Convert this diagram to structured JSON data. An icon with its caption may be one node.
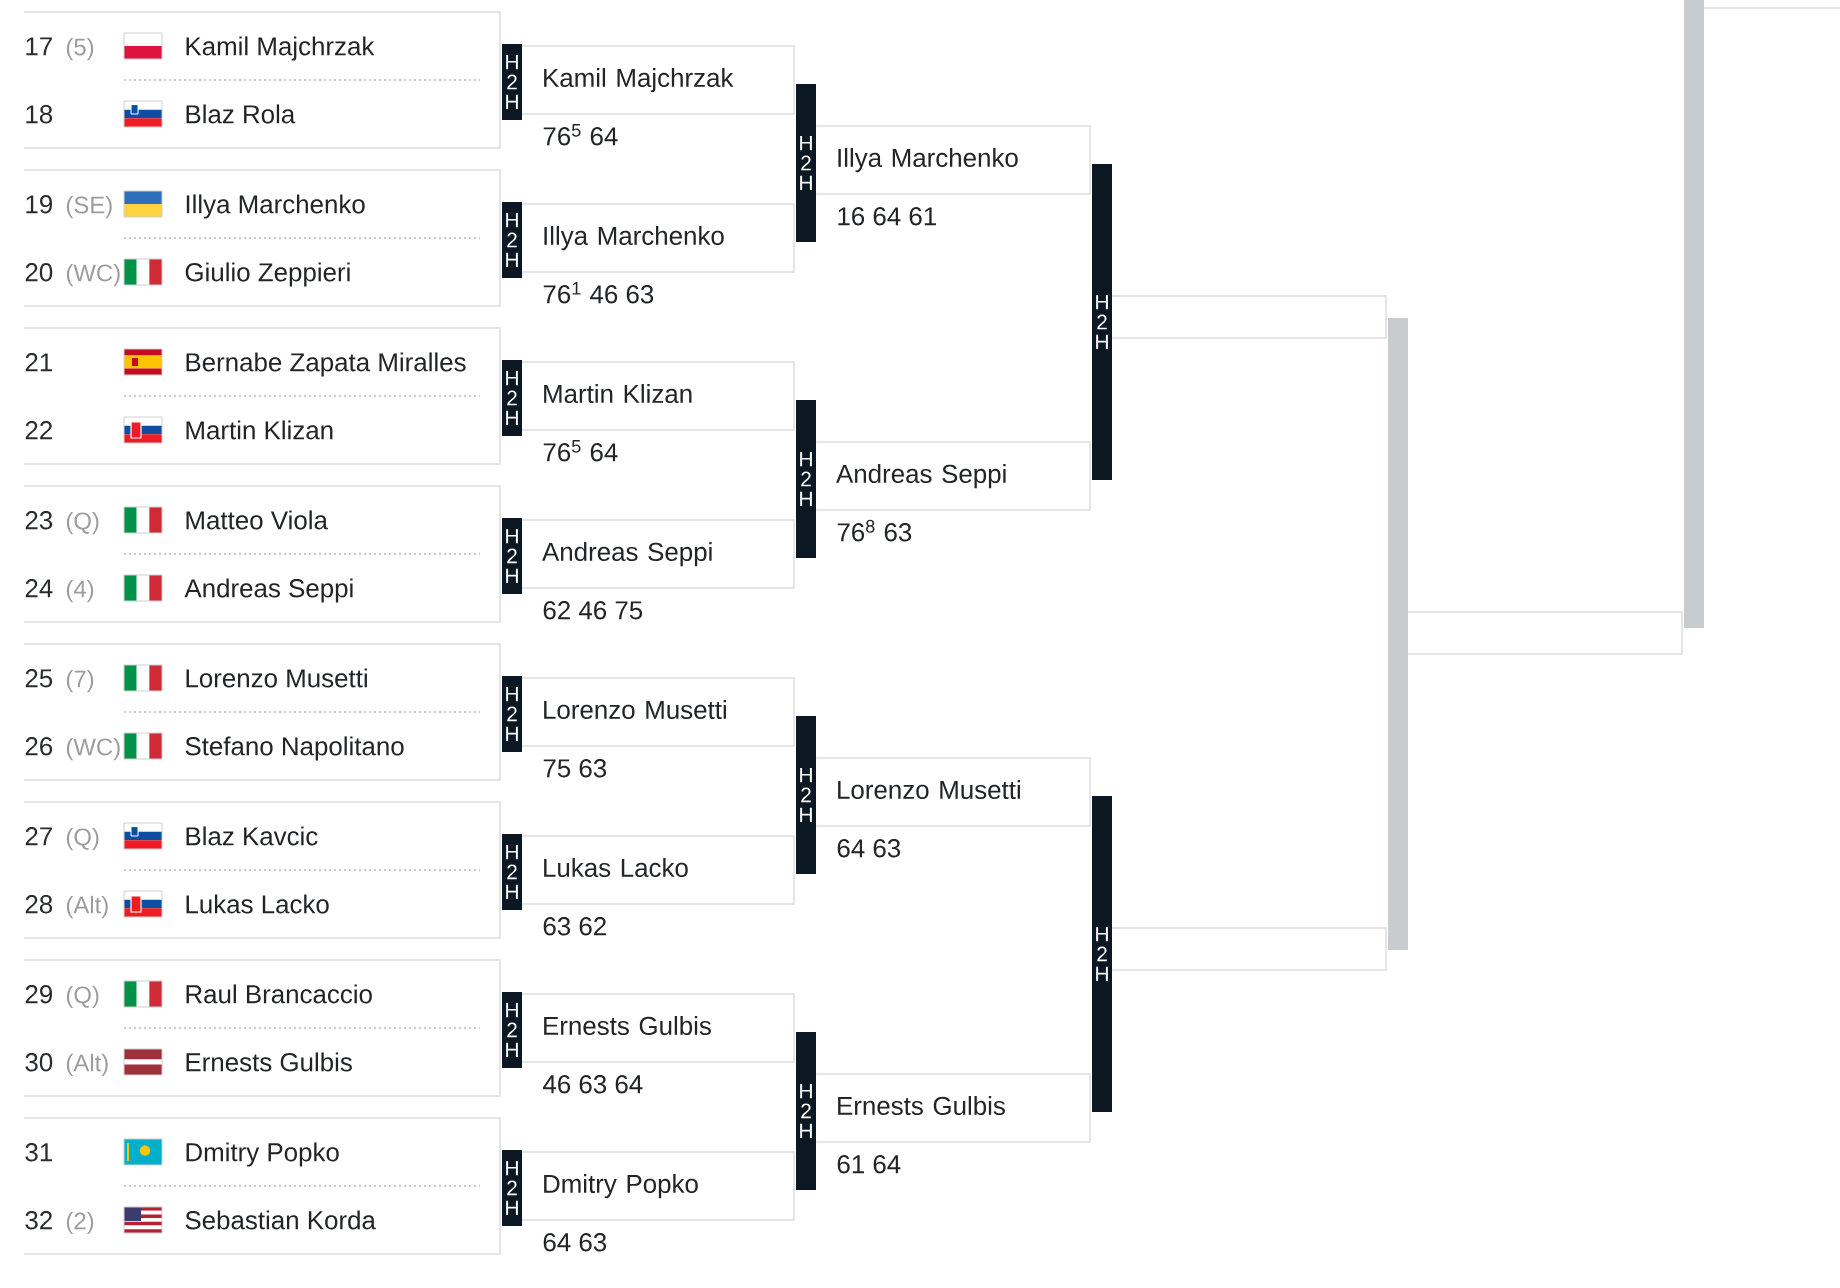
{
  "diagram": {
    "nodes": [
      {
        "text": [
          "17",
          "(5)",
          "Kamil Majchrzak",
          "18",
          "Blaz Rola"
        ]
      },
      {
        "text": [
          "19",
          "(SE)",
          "Illya Marchenko",
          "20",
          "(WC)",
          "Giulio Zeppieri"
        ]
      },
      {
        "text": [
          "21",
          "Bernabe Zapata Miralles",
          "22",
          "Martin Klizan"
        ]
      },
      {
        "text": [
          "23",
          "(Q)",
          "Matteo Viola",
          "24",
          "(4)",
          "Andreas Seppi"
        ]
      },
      {
        "text": [
          "25",
          "(7)",
          "Lorenzo Musetti",
          "26",
          "(WC)",
          "Stefano Napolitano"
        ]
      },
      {
        "text": [
          "27",
          "(Q)",
          "Blaz Kavcic",
          "28",
          "(Alt)",
          "Lukas Lacko"
        ]
      },
      {
        "text": [
          "29",
          "(Q)",
          "Raul Brancaccio",
          "30",
          "(Alt)",
          "Ernests Gulbis"
        ]
      },
      {
        "text": [
          "31",
          "Dmitry Popko",
          "32",
          "(2)",
          "Sebastian Korda"
        ]
      },
      {
        "text": [
          "H 2 H"
        ]
      },
      {
        "text": [
          "H 2 H"
        ]
      },
      {
        "text": [
          "H 2 H"
        ]
      },
      {
        "text": [
          "H 2 H"
        ]
      },
      {
        "text": [
          "H 2 H"
        ]
      },
      {
        "text": [
          "H 2 H"
        ]
      },
      {
        "text": [
          "H 2 H"
        ]
      },
      {
        "text": [
          "H 2 H"
        ]
      },
      {
        "text": [
          "Kamil Majchrzak"
        ],
        "beside": [
          "76$^{5}$ 64"
        ]
      },
      {
        "text": [
          "Illya Marchenko"
        ],
        "beside": [
          "76$^{1}$ 46 63"
        ]
      },
      {
        "text": [
          "Martin Klizan"
        ],
        "beside": [
          "76$^{5}$ 64"
        ]
      },
      {
        "text": [
          "Andreas Seppi"
        ],
        "beside": [
          "62 46 75"
        ]
      },
      {
        "text": [
          "Lorenzo Musetti"
        ],
        "beside": [
          "75 63"
        ]
      },
      {
        "text": [
          "Lukas Lacko"
        ],
        "beside": [
          "63 62"
        ]
      },
      {
        "text": [
          "Ernests Gulbis"
        ],
        "beside": [
          "46 63 64"
        ]
      },
      {
        "text": [
          "Dmitry Popko"
        ],
        "beside": [
          "64 63"
        ]
      },
      {
        "text": [
          "H 2 H"
        ]
      },
      {
        "text": [
          "H 2 H"
        ]
      },
      {
        "text": [
          "H 2 H"
        ]
      },
      {
        "text": [
          "H 2 H"
        ]
      },
      {
        "text": [
          "Illya Marchenko"
        ],
        "beside": [
          "16 64 61"
        ]
      },
      {
        "text": [
          "Andreas Seppi"
        ],
        "beside": [
          "76$^{8}$ 63"
        ]
      },
      {
        "text": [
          "Lorenzo Musetti"
        ],
        "beside": [
          "64 63"
        ]
      },
      {
        "text": [
          "Ernests Gulbis"
        ],
        "beside": [
          "61 64"
        ]
      },
      {
        "text": [
          "H 2 H"
        ]
      },
      {
        "text": [
          "H 2 H"
        ]
      },
      {
        "text": [],
        "shape": "box"
      },
      {
        "text": [],
        "shape": "box"
      },
      {
        "text": [],
        "shape": "bar"
      },
      {
        "text": [],
        "shape": "box"
      },
      {
        "text": [],
        "shape": "bar"
      }
    ]
  }
}
